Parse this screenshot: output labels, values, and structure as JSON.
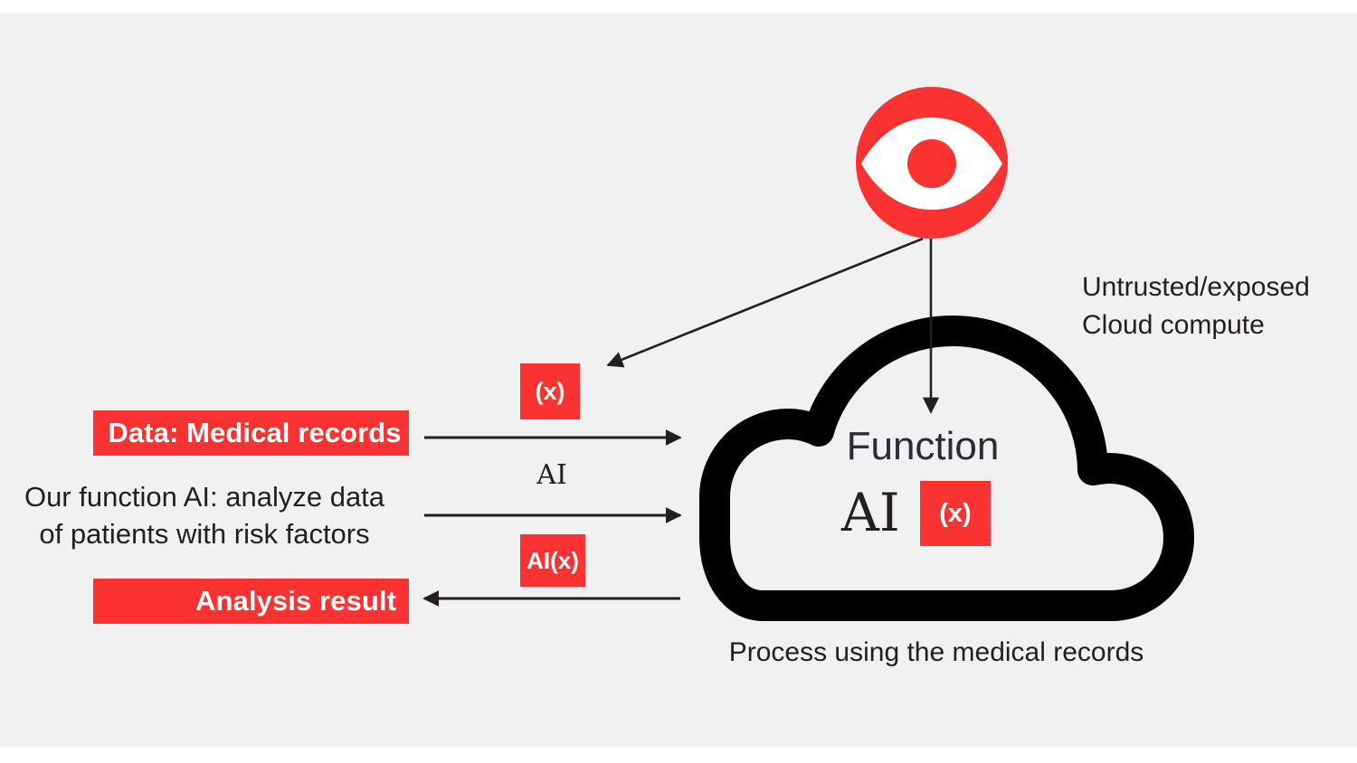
{
  "slide": {
    "background": "#f1f1f1",
    "frame": "#ffffff",
    "accent_red": "#fa3232",
    "ink": "#231f20"
  },
  "icons": {
    "eye": "eye-icon",
    "cloud": "cloud-icon"
  },
  "labels": {
    "untrusted_line1": "Untrusted/exposed",
    "untrusted_line2": "Cloud compute",
    "data_bar": "Data: Medical records",
    "our_function_line1": "Our function AI: analyze data",
    "our_function_line2": "of patients with risk factors",
    "analysis_result": "Analysis result",
    "process_caption": "Process using the medical records"
  },
  "tokens": {
    "x": "(x)",
    "ai": "AI",
    "aix": "AI(x)"
  },
  "cloud": {
    "title": "Function",
    "ai": "AI",
    "x": "(x)"
  },
  "arrows": [
    {
      "name": "eye-to-x",
      "from": "eye",
      "to": "x-token",
      "direction": "down-left"
    },
    {
      "name": "eye-to-cloud",
      "from": "eye",
      "to": "cloud-function",
      "direction": "down"
    },
    {
      "name": "data-to-cloud",
      "from": "data-bar",
      "to": "cloud",
      "direction": "right"
    },
    {
      "name": "function-to-cloud",
      "from": "our-function-label",
      "to": "cloud",
      "direction": "right"
    },
    {
      "name": "cloud-to-result",
      "from": "cloud",
      "to": "analysis-result-bar",
      "direction": "left"
    }
  ]
}
